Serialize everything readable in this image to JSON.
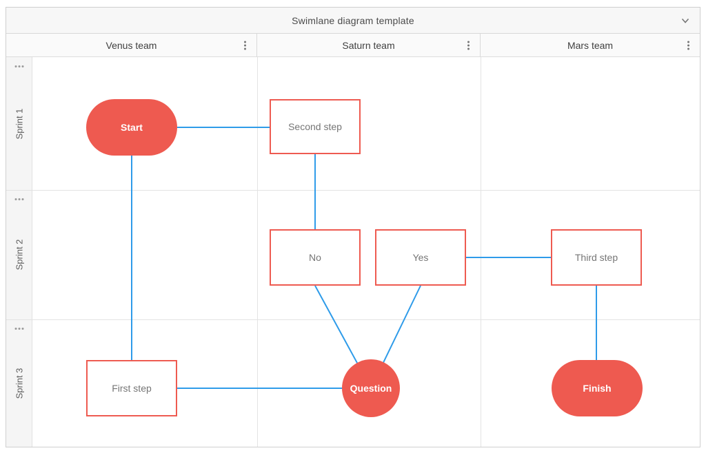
{
  "title_bar": {
    "title": "Swimlane diagram template",
    "collapse_icon": "chevron-down"
  },
  "columns": [
    {
      "label": "Venus team",
      "menu_icon": "kebab-vertical"
    },
    {
      "label": "Saturn team",
      "menu_icon": "kebab-vertical"
    },
    {
      "label": "Mars team",
      "menu_icon": "kebab-vertical"
    }
  ],
  "rows": [
    {
      "label": "Sprint 1",
      "menu_icon": "ellipsis-horizontal"
    },
    {
      "label": "Sprint 2",
      "menu_icon": "ellipsis-horizontal"
    },
    {
      "label": "Sprint 3",
      "menu_icon": "ellipsis-horizontal"
    }
  ],
  "nodes": {
    "start": {
      "label": "Start",
      "shape": "stadium",
      "lane": "Venus team",
      "sprint": "Sprint 1"
    },
    "second_step": {
      "label": "Second step",
      "shape": "rect",
      "lane": "Saturn team",
      "sprint": "Sprint 1"
    },
    "no": {
      "label": "No",
      "shape": "rect",
      "lane": "Saturn team",
      "sprint": "Sprint 2"
    },
    "yes": {
      "label": "Yes",
      "shape": "rect",
      "lane": "Saturn team",
      "sprint": "Sprint 2"
    },
    "third_step": {
      "label": "Third step",
      "shape": "rect",
      "lane": "Mars team",
      "sprint": "Sprint 2"
    },
    "first_step": {
      "label": "First step",
      "shape": "rect",
      "lane": "Venus team",
      "sprint": "Sprint 3"
    },
    "question": {
      "label": "Question",
      "shape": "circle",
      "lane": "Saturn team",
      "sprint": "Sprint 3"
    },
    "finish": {
      "label": "Finish",
      "shape": "stadium",
      "lane": "Mars team",
      "sprint": "Sprint 3"
    }
  },
  "connections": [
    {
      "from": "start",
      "to": "second_step"
    },
    {
      "from": "start",
      "to": "first_step"
    },
    {
      "from": "second_step",
      "to": "no"
    },
    {
      "from": "yes",
      "to": "third_step"
    },
    {
      "from": "third_step",
      "to": "finish"
    },
    {
      "from": "first_step",
      "to": "question"
    },
    {
      "from": "no",
      "to": "question"
    },
    {
      "from": "yes",
      "to": "question"
    }
  ],
  "colors": {
    "node_red": "#EE5A50",
    "connector_blue": "#2E9BE9",
    "header_bg": "#fafafa",
    "title_bg": "#f7f7f7",
    "lane_header_bg": "#f5f5f5",
    "grid_line": "#e3e3e3"
  }
}
